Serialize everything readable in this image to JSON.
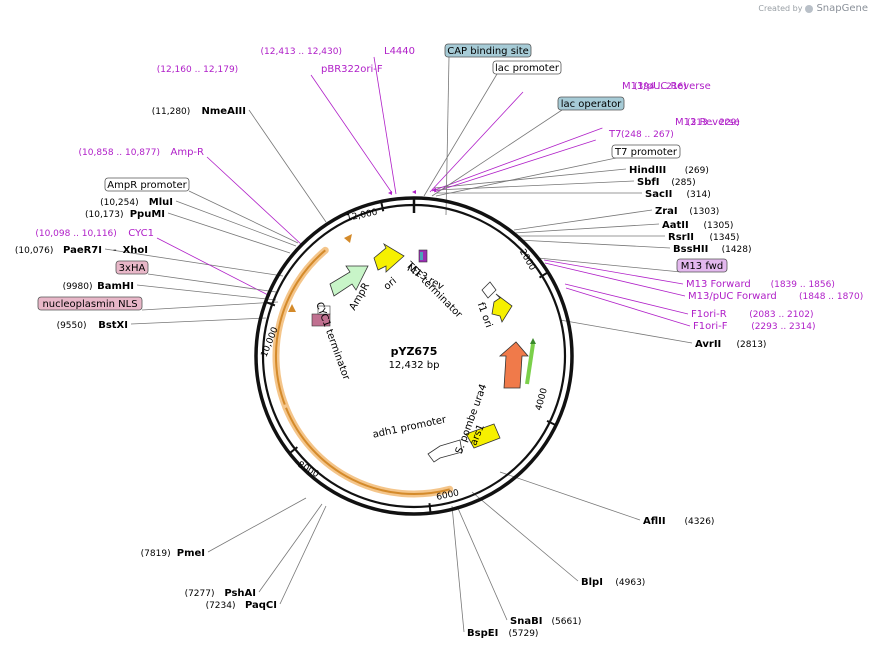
{
  "credit": {
    "created_by": "Created by",
    "brand": "SnapGene"
  },
  "plasmid": {
    "name": "pYZ675",
    "length_label": "12,432 bp",
    "length": 12432
  },
  "colors": {
    "feature_purple": "#9b2fb3",
    "primer_purple": "#b020c8",
    "box_blue": "#a6cbd6",
    "box_pink": "#e8b7c8",
    "box_violet": "#e3b8ee",
    "amp_green": "#c8f5c8",
    "ori_yellow": "#f6f000",
    "ura_orange": "#f07a4a",
    "backbone": "#111111",
    "leader": "#777777"
  },
  "ticks": [
    "2000",
    "4000",
    "6000",
    "8000",
    "10,000",
    "12,000"
  ],
  "enzymes_right": [
    {
      "name": "HindIII",
      "pos": "(269)"
    },
    {
      "name": "SbfI",
      "pos": "(285)"
    },
    {
      "name": "SacII",
      "pos": "(314)"
    },
    {
      "name": "ZraI",
      "pos": "(1303)"
    },
    {
      "name": "AatII",
      "pos": "(1305)"
    },
    {
      "name": "RsrII",
      "pos": "(1345)"
    },
    {
      "name": "BssHII",
      "pos": "(1428)"
    },
    {
      "name": "AvrII",
      "pos": "(2813)"
    },
    {
      "name": "AflII",
      "pos": "(4326)"
    },
    {
      "name": "BlpI",
      "pos": "(4963)"
    },
    {
      "name": "SnaBI",
      "pos": "(5661)"
    },
    {
      "name": "BspEI",
      "pos": "(5729)"
    }
  ],
  "enzymes_left": [
    {
      "name": "NmeAIII",
      "pos": "(11,280)"
    },
    {
      "name": "MluI",
      "pos": "(10,254)"
    },
    {
      "name": "PpuMI",
      "pos": "(10,173)"
    },
    {
      "name": "PaeR7I",
      "pos": "(10,076)"
    },
    {
      "name": "XhoI",
      "pos": ""
    },
    {
      "name": "BamHI",
      "pos": "(9980)"
    },
    {
      "name": "BstXI",
      "pos": "(9550)"
    },
    {
      "name": "PmeI",
      "pos": "(7819)"
    },
    {
      "name": "PshAI",
      "pos": "(7277)"
    },
    {
      "name": "PaqCI",
      "pos": "(7234)"
    }
  ],
  "primers_top": [
    {
      "name": "L4440",
      "pos": "(12,413 .. 12,430)"
    },
    {
      "name": "pBR322ori-F",
      "pos": "(12,160 .. 12,179)"
    },
    {
      "name": "M13/pUC Reverse",
      "pos": "(194 .. 216)"
    },
    {
      "name": "M13 Reverse",
      "pos": "(213 .. 229)"
    },
    {
      "name": "T7",
      "pos": "(248 .. 267)"
    }
  ],
  "primers_side": [
    {
      "name": "Amp-R",
      "pos": "(10,858 .. 10,877)"
    },
    {
      "name": "CYC1",
      "pos": "(10,098 .. 10,116)"
    },
    {
      "name": "M13 Forward",
      "pos": "(1839 .. 1856)"
    },
    {
      "name": "M13/pUC Forward",
      "pos": "(1848 .. 1870)"
    },
    {
      "name": "F1ori-R",
      "pos": "(2083 .. 2102)"
    },
    {
      "name": "F1ori-F",
      "pos": "(2293 .. 2314)"
    }
  ],
  "boxed_features": [
    {
      "name": "CAP binding site"
    },
    {
      "name": "lac promoter"
    },
    {
      "name": "lac operator"
    },
    {
      "name": "T7 promoter"
    },
    {
      "name": "AmpR promoter"
    },
    {
      "name": "3xHA"
    },
    {
      "name": "nucleoplasmin NLS"
    },
    {
      "name": "M13 fwd"
    }
  ],
  "inner_labels": [
    {
      "name": "AmpR"
    },
    {
      "name": "ori"
    },
    {
      "name": "M13 rev"
    },
    {
      "name": "TEF terminator"
    },
    {
      "name": "f1 ori"
    },
    {
      "name": "CYC1 terminator"
    },
    {
      "name": "S. pombe ura4"
    },
    {
      "name": "ars1"
    },
    {
      "name": "adh1 promoter"
    }
  ]
}
